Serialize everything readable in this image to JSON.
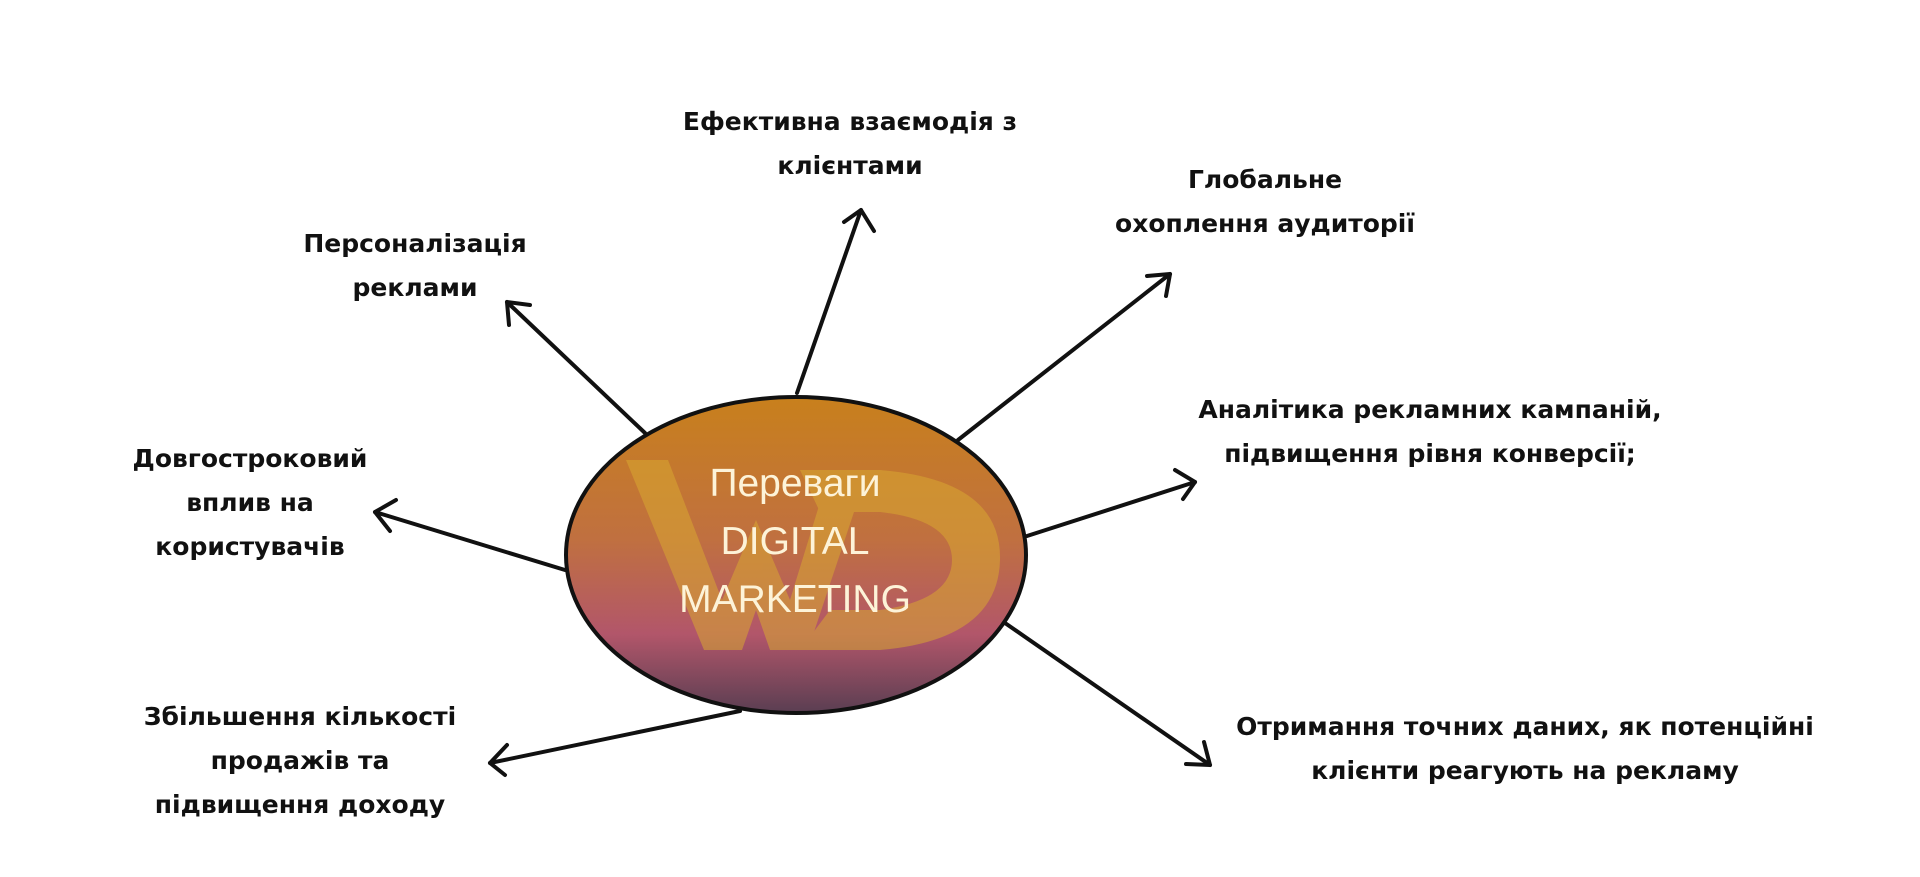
{
  "center": {
    "line1": "Переваги",
    "line2": "DIGITAL",
    "line3": "MARKETING",
    "gradient_top": "#c8801c",
    "gradient_mid": "#c07040",
    "gradient_lower": "#b2566a",
    "gradient_bottom": "#5a3e52",
    "watermark_color": "#d9a832"
  },
  "benefits": [
    {
      "id": "interaction",
      "lines": [
        "Ефективна взаємодія з",
        "клієнтами"
      ]
    },
    {
      "id": "reach",
      "lines": [
        "Глобальне",
        "охоплення аудиторії"
      ]
    },
    {
      "id": "analytics",
      "lines": [
        "Аналітика рекламних кампаній,",
        "підвищення рівня конверсії;"
      ]
    },
    {
      "id": "data",
      "lines": [
        "Отримання точних даних, як потенційні",
        "клієнти реагують на рекламу"
      ]
    },
    {
      "id": "sales",
      "lines": [
        "Збільшення кількості",
        "продажів та",
        "підвищення доходу"
      ]
    },
    {
      "id": "longterm",
      "lines": [
        "Довгостроковий",
        "вплив на",
        "користувачів"
      ]
    },
    {
      "id": "personal",
      "lines": [
        "Персоналізація",
        "реклами"
      ]
    }
  ]
}
